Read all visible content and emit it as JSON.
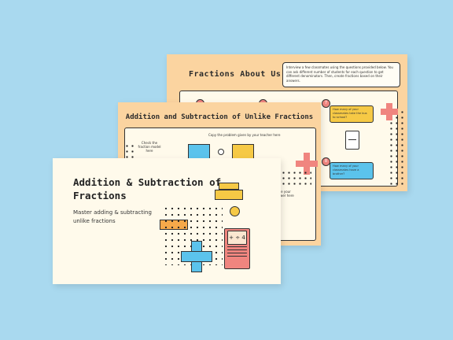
{
  "slides": [
    {
      "id": "fractions-about-us",
      "title": "Fractions About Us",
      "instructions": "Interview a few classmates using the questions provided below. You can ask different number of students for each question to get different denominators. Then, create fractions based on their answers.",
      "questions": [
        {
          "number": "7",
          "text": "How many of your classmates take the bus to school?"
        },
        {
          "number": "8",
          "text": "How many of your classmates have a brother?"
        }
      ]
    },
    {
      "id": "addition-subtraction-unlike",
      "title": "Addition and Subtraction of Unlike Fractions",
      "instruction": "Copy the problem given by your teacher here",
      "left_note": "Check the fraction model here",
      "right_note": "Write your answer here"
    },
    {
      "id": "cover",
      "title": "Addition & Subtraction of Fractions",
      "subtitle": "Master adding & subtracting unlike fractions",
      "book_symbols": "+ ÷ 4"
    }
  ],
  "colors": {
    "background": "#a9d9ef",
    "peach": "#fbd4a0",
    "cream": "#fffaeb",
    "yellow": "#f6c945",
    "blue": "#5bc3ec",
    "pink": "#f0857f",
    "orange": "#f6a94a"
  }
}
